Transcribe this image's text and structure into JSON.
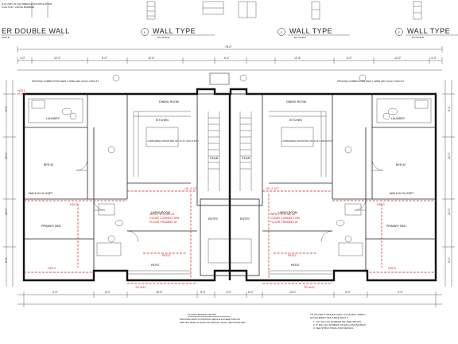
{
  "header": {
    "top_note": [
      "R-21 (FRV IN 2x6) FIBERGLASS INSULATION",
      "6 MIL POLY VAPOR BARRIER"
    ],
    "wall_types": [
      {
        "num": "",
        "title": "ER DOUBLE WALL",
        "scale": "SCALE"
      },
      {
        "num": "4",
        "title": "WALL TYPE",
        "scale": "NO SCALE"
      },
      {
        "num": "3",
        "title": "WALL TYPE",
        "scale": "NO SCALE"
      },
      {
        "num": "2",
        "title": "WALL TYPE",
        "scale": "NO SCALE"
      }
    ]
  },
  "left_unit": {
    "rooms": {
      "laundry": "LAUNDRY",
      "bed2": "BED #2",
      "kitchen": "KITCHEN",
      "dining": "DINING ROOM",
      "living": "LIVING ROOM",
      "primary_bed": "PRIMARY BED",
      "walk_in_closet": "WALK-IN CLOSET",
      "patio": "PATIO",
      "stair": "STAIR",
      "entry": "ENTRY"
    },
    "notes": {
      "doorway": "PROVIDE COMBINATION NEW 1 WIRE ARC FAULT CIRCUIT",
      "kitchen_note": "LUMINAIRES MOUNTED ON 12 IN. AND 9.8 FT",
      "red_note_1": "WIRE PROVIDE AT",
      "red_note_2": "CLEAR CONNECTION",
      "red_note_3": "FLOOR FRAMING AT"
    }
  },
  "right_unit": {
    "rooms": {
      "laundry": "LAUNDRY",
      "bed2": "BED #2",
      "kitchen": "KITCHEN",
      "dining": "DINING ROOM",
      "living": "LIVING ROOM",
      "primary_bed": "PRIMARY BED",
      "walk_in_closet": "WALK-IN CLOSET",
      "patio": "PATIO",
      "stair": "STAIR",
      "entry": "ENTRY"
    },
    "notes": {
      "doorway": "PROVIDE COMBINATION NEW 1 WIRE ARC FAULT CIRCUIT",
      "kitchen_note": "LUMINAIRES MOUNTED ON 12 IN. AND 9.8 FT",
      "red_note_1": "WIRE PROVIDE AT",
      "red_note_2": "CLEAR CONNECTION",
      "red_note_3": "FLOOR FRAMING AT"
    }
  },
  "headers_red": {
    "h_top_left": "H20-1",
    "h_mid_left": "H20-2",
    "h_low_left": "H20-3",
    "h_center": "LVL-9 1/2\"",
    "h_center2": "LVL-9 1/2\"",
    "h_right_mid": "H20-2",
    "h_right_low": "H20-3",
    "tr_left": "TR 4x10",
    "tr_right": "TR 4x10",
    "patio_beam_l": "PATIO",
    "patio_beam_r": "PATIO"
  },
  "dimensions": {
    "top_total": "78'-0\"",
    "top_segments": [
      "4'-0\"",
      "12'-0\"",
      "6'-0\"",
      "12'-6\"",
      "6'-4\"",
      "12'-6\"",
      "6'-0\"",
      "12'-0\"",
      "4'-0\""
    ],
    "bottom_segments": [
      "4'-0\"",
      "6'-0\"",
      "10'-0\"",
      "6'-0\"",
      "4'-0\"",
      "6'-0\"",
      "10'-0\"",
      "6'-0\"",
      "4'-0\""
    ],
    "left_side": [
      "9'-0\"",
      "12'-0\"",
      "12'-0\"",
      "9'-0\""
    ],
    "right_side": [
      "9'-0\"",
      "12'-0\"",
      "12'-0\"",
      "9'-0\""
    ]
  },
  "footer": {
    "notes": [
      "FLOOR FRAMING NOTES",
      "PROVIDE DRAFTSTOPPING ABOVE EXCEED 1000 SF",
      "PER IRC R302.12 DRAFTSTOPPING SHALL BE INSTALLED"
    ],
    "right_notes": [
      "TR 2x6 DECK LEDGER SHALL FLASHING VERIFY",
      "ATTACHMENT PER TABLE R507.9",
      "1. 1/2\" DIA LAG SCREWS OR THRU BOLTS",
      "2. 5\" DIA LAG SCREWS OF EACH TRUSS (BLK)",
      "3. SEE STRUCTURAL FOR DETAILS"
    ]
  }
}
